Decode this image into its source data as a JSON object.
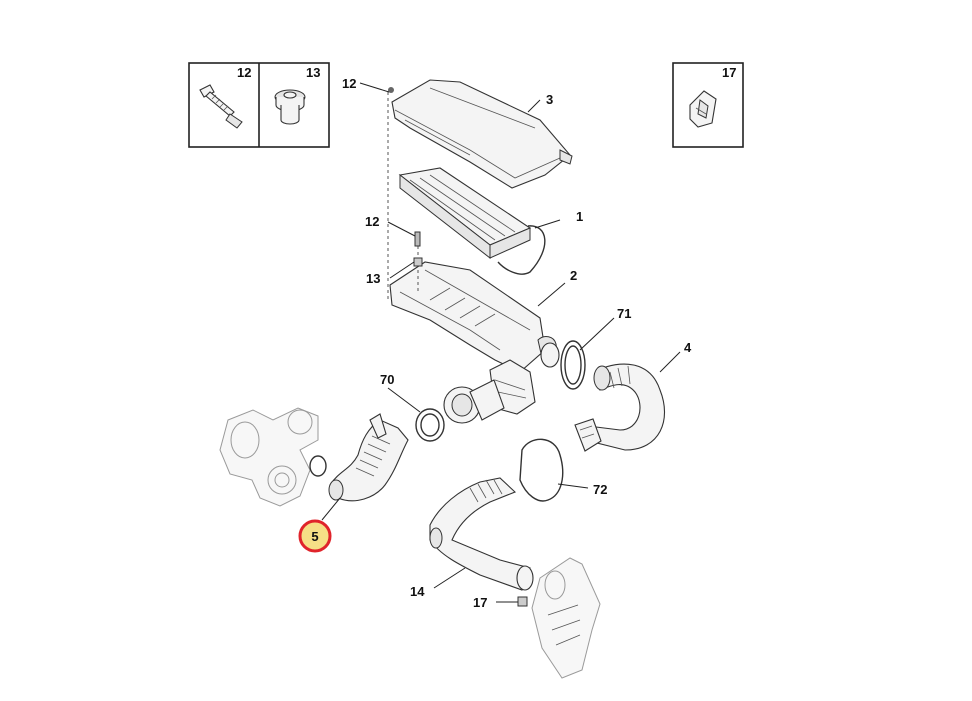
{
  "diagram": {
    "callouts": {
      "c1": "1",
      "c2": "2",
      "c3": "3",
      "c4": "4",
      "c5": "5",
      "c12a": "12",
      "c12b": "12",
      "c13": "13",
      "c14": "14",
      "c17": "17",
      "c70": "70",
      "c71": "71",
      "c72": "72"
    },
    "inset_boxes": {
      "box12": "12",
      "box13": "13",
      "box17": "17"
    },
    "highlight": {
      "part": "5",
      "color": "#e0242b",
      "fill": "#f6df86"
    }
  }
}
